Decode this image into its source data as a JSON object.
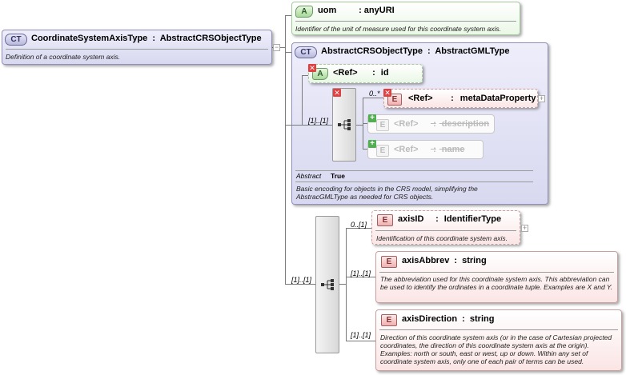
{
  "main_type": {
    "badge": "CT",
    "name": "CoordinateSystemAxisType",
    "separator": ":",
    "base": "AbstractCRSObjectType",
    "description": "Definition of a coordinate system axis."
  },
  "uom_attr": {
    "badge": "A",
    "name": "uom",
    "separator": ":",
    "type": "anyURI",
    "description": "Identifier of the unit of measure used for this coordinate system axis."
  },
  "base_type": {
    "badge": "CT",
    "name": "AbstractCRSObjectType",
    "separator": ":",
    "base": "AbstractGMLType",
    "abstract_label": "Abstract",
    "abstract_value": "True",
    "description": "Basic encoding for objects in the CRS model, simplifying the AbstracGMLType as needed for CRS objects."
  },
  "id_attr": {
    "badge": "A",
    "ref": "<Ref>",
    "separator": ":",
    "name": "id"
  },
  "base_seq_card": "[1]..[1]",
  "metadata": {
    "badge": "E",
    "card": "0..*",
    "ref": "<Ref>",
    "separator": ":",
    "name": "metaDataProperty"
  },
  "description_el": {
    "badge": "E",
    "ref": "<Ref>",
    "separator": ":",
    "name": "description"
  },
  "name_el": {
    "badge": "E",
    "ref": "<Ref>",
    "separator": ":",
    "name": "name"
  },
  "main_seq_card": "[1]..[1]",
  "axis_id": {
    "badge": "E",
    "card": "0..[1]",
    "name": "axisID",
    "separator": ":",
    "type": "IdentifierType",
    "description": "Identification of this coordinate system axis."
  },
  "axis_abbrev": {
    "badge": "E",
    "card": "[1]..[1]",
    "name": "axisAbbrev",
    "separator": ":",
    "type": "string",
    "description": "The abbreviation used for this coordinate system axis. This abbreviation can be used to identify the ordinates in a coordinate tuple. Examples are X and Y."
  },
  "axis_direction": {
    "badge": "E",
    "card": "[1]..[1]",
    "name": "axisDirection",
    "separator": ":",
    "type": "string",
    "description": "Direction of this coordinate system axis (or in the case of Cartesian projected coordinates, the direction of this coordinate system axis at the origin). Examples: north or south, east or west, up or down. Within any set of coordinate system axis, only one of each pair of terms can be used."
  },
  "icons": {
    "sequence": "sequence-icon",
    "expand": "plus-icon",
    "restricted": "red-x-icon",
    "optional": "green-plus-icon"
  }
}
